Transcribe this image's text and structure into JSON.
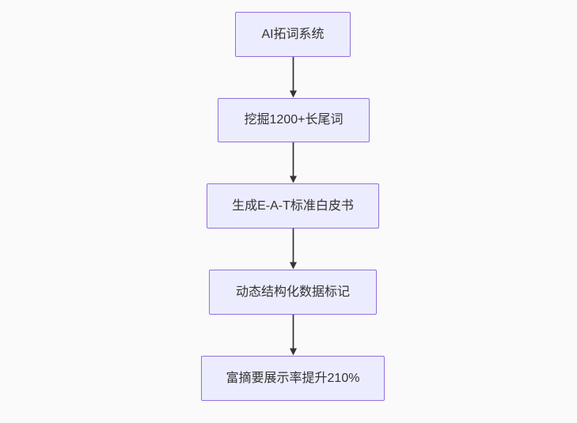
{
  "diagram": {
    "type": "flowchart-top-down",
    "colors": {
      "background": "#fafafa",
      "node_fill": "#ececff",
      "node_border": "#9370db",
      "node_text": "#333333",
      "arrow": "#333333"
    },
    "nodes": [
      {
        "label": "AI拓词系统"
      },
      {
        "label": "挖掘1200+长尾词"
      },
      {
        "label": "生成E-A-T标准白皮书"
      },
      {
        "label": "动态结构化数据标记"
      },
      {
        "label": "富摘要展示率提升210%"
      }
    ],
    "edges": [
      {
        "from": "AI拓词系统",
        "to": "挖掘1200+长尾词"
      },
      {
        "from": "挖掘1200+长尾词",
        "to": "生成E-A-T标准白皮书"
      },
      {
        "from": "生成E-A-T标准白皮书",
        "to": "动态结构化数据标记"
      },
      {
        "from": "动态结构化数据标记",
        "to": "富摘要展示率提升210%"
      }
    ]
  }
}
